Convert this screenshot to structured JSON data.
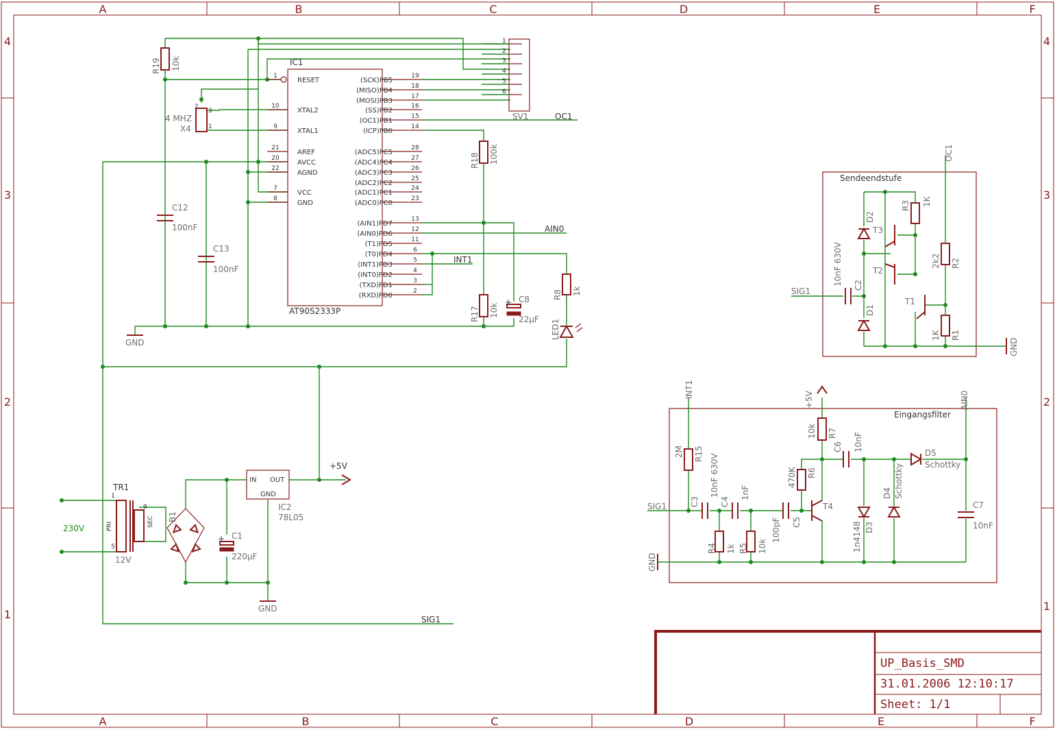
{
  "frame": {
    "columns": [
      "A",
      "B",
      "C",
      "D",
      "E",
      "F"
    ],
    "rows": [
      "4",
      "3",
      "2",
      "1"
    ]
  },
  "title_block": {
    "drawing": "UP_Basis_SMD",
    "date": "31.01.2006 12:10:17",
    "sheet": "Sheet: 1/1"
  },
  "ic1": {
    "name": "IC1",
    "part": "AT90S2333P",
    "left_pins": [
      {
        "no": "1",
        "label": "RESET"
      },
      {
        "no": "10",
        "label": "XTAL2"
      },
      {
        "no": "9",
        "label": "XTAL1"
      },
      {
        "no": "21",
        "label": "AREF"
      },
      {
        "no": "20",
        "label": "AVCC"
      },
      {
        "no": "22",
        "label": "AGND"
      },
      {
        "no": "7",
        "label": "VCC"
      },
      {
        "no": "8",
        "label": "GND"
      }
    ],
    "right_pins": [
      {
        "no": "19",
        "label": "(SCK)PB5"
      },
      {
        "no": "18",
        "label": "(MISO)PB4"
      },
      {
        "no": "17",
        "label": "(MOSI)PB3"
      },
      {
        "no": "16",
        "label": "(SS)PB2"
      },
      {
        "no": "15",
        "label": "(OC1)PB1"
      },
      {
        "no": "14",
        "label": "(ICP)PB0"
      },
      {
        "no": "28",
        "label": "(ADC5)PC5"
      },
      {
        "no": "27",
        "label": "(ADC4)PC4"
      },
      {
        "no": "26",
        "label": "(ADC3)PC3"
      },
      {
        "no": "25",
        "label": "(ADC2)PC2"
      },
      {
        "no": "24",
        "label": "(ADC1)PC1"
      },
      {
        "no": "23",
        "label": "(ADC0)PC0"
      },
      {
        "no": "13",
        "label": "(AIN1)PD7"
      },
      {
        "no": "12",
        "label": "(AIN0)PD6"
      },
      {
        "no": "11",
        "label": "(T1)PD5"
      },
      {
        "no": "6",
        "label": "(T0)PD4"
      },
      {
        "no": "5",
        "label": "(INT1)PD3"
      },
      {
        "no": "4",
        "label": "(INT0)PD2"
      },
      {
        "no": "3",
        "label": "(TXD)PD1"
      },
      {
        "no": "2",
        "label": "(RXD)PD0"
      }
    ]
  },
  "sv1": {
    "name": "SV1",
    "pins": [
      "1",
      "2",
      "3",
      "4",
      "5",
      "6"
    ]
  },
  "crystal": {
    "name": "X4",
    "value": "4 MHZ",
    "pins": [
      "2",
      "3",
      "1"
    ]
  },
  "components": {
    "r19": {
      "name": "R19",
      "value": "10k"
    },
    "c12": {
      "name": "C12",
      "value": "100nF"
    },
    "c13": {
      "name": "C13",
      "value": "100nF"
    },
    "r18": {
      "name": "R18",
      "value": "100k"
    },
    "r17": {
      "name": "R17",
      "value": "10k"
    },
    "c8": {
      "name": "C8",
      "value": "22µF"
    },
    "r8": {
      "name": "R8",
      "value": "1k"
    },
    "led1": {
      "name": "LED1"
    },
    "tr1": {
      "name": "TR1",
      "pri": "PRI",
      "sec": "SEC",
      "out": "12V",
      "pin1": "1",
      "pin5": "5",
      "pin9": "9"
    },
    "b1": {
      "name": "B1"
    },
    "c1": {
      "name": "C1",
      "value": "220µF"
    },
    "ic2": {
      "name": "IC2",
      "value": "78L05",
      "in": "IN",
      "out": "OUT",
      "gnd": "GND"
    }
  },
  "nets": {
    "gnd": "GND",
    "vcc": "+5V",
    "mains": "230V",
    "oc1": "OC1",
    "ain0": "AIN0",
    "int1": "INT1",
    "sig1": "SIG1"
  },
  "sende": {
    "title": "Sendeendstufe",
    "oc1": "OC1",
    "gnd": "GND",
    "sig1": "SIG1",
    "d2": "D2",
    "d1": "D1",
    "t3": "T3",
    "t2": "T2",
    "t1": "T1",
    "r3": {
      "name": "R3",
      "value": "1K"
    },
    "r2": {
      "name": "R2",
      "value": "2k2"
    },
    "r1": {
      "name": "R1",
      "value": "1K"
    },
    "c2": {
      "name": "C2",
      "value": "10nF 630V"
    }
  },
  "eingang": {
    "title": "Eingangsfilter",
    "int1": "INT1",
    "vcc": "+5V",
    "ain0": "AIN0",
    "sig1": "SIG1",
    "gnd": "GND",
    "r15": {
      "name": "R15",
      "value": "2M"
    },
    "r7": {
      "name": "R7",
      "value": "10k"
    },
    "r6": {
      "name": "R6",
      "value": "470K"
    },
    "c6": {
      "name": "C6",
      "value": "10nF"
    },
    "d5": {
      "name": "D5",
      "value": "Schottky"
    },
    "c3": {
      "name": "C3",
      "value": "10nF 630V"
    },
    "c4": {
      "name": "C4",
      "value": "1nF"
    },
    "c5": {
      "name": "C5",
      "value": "100pF"
    },
    "t4": "T4",
    "d3": {
      "name": "D3",
      "value": "1n4148"
    },
    "d4": {
      "name": "D4",
      "value": "Schottky"
    },
    "c7": {
      "name": "C7",
      "value": "10nF"
    },
    "r4": {
      "name": "R4",
      "value": "1k"
    },
    "r5": {
      "name": "R5",
      "value": "10k"
    }
  }
}
